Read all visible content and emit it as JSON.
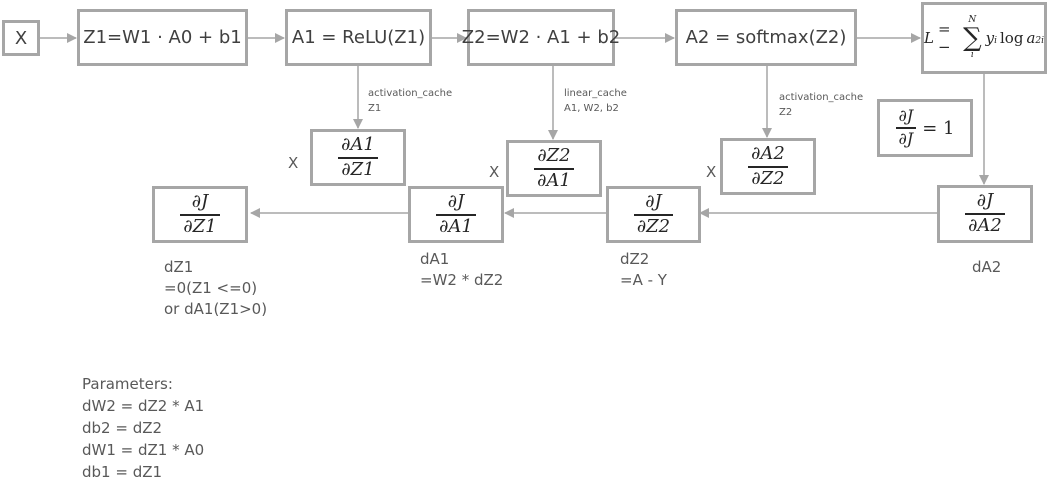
{
  "title": "Two-layer neural network forward and backward propagation",
  "forward": {
    "input": "X",
    "z1": "Z1=W1 · A0 + b1",
    "a1": "A1 = ReLU(Z1)",
    "z2": "Z2=W2 · A1 + b2",
    "a2": "A2 = softmax(Z2)",
    "loss": {
      "lhs": "L",
      "eq": "= −",
      "sum_upper": "N",
      "sum_lower": "i",
      "sum_symbol": "∑",
      "term_y": "y",
      "term_y_sub": "i",
      "log": "log",
      "term_a": "a",
      "term_a_sub": "2i"
    }
  },
  "caches": {
    "activation1": {
      "name": "activation_cache",
      "content": "Z1"
    },
    "linear2": {
      "name": "linear_cache",
      "content": "A1, W2, b2"
    },
    "activation2": {
      "name": "activation_cache",
      "content": "Z2"
    }
  },
  "local_grads": {
    "dA1_dZ1": {
      "num": "∂A1",
      "den": "∂Z1"
    },
    "dZ2_dA1": {
      "num": "∂Z2",
      "den": "∂A1"
    },
    "dA2_dZ2": {
      "num": "∂A2",
      "den": "∂Z2"
    },
    "multiply": "X"
  },
  "seed": {
    "num": "∂J",
    "den": "∂J",
    "rest": "= 1"
  },
  "backward": {
    "dA2": {
      "num": "∂J",
      "den": "∂A2",
      "label": "dA2"
    },
    "dZ2": {
      "num": "∂J",
      "den": "∂Z2",
      "label_lines": [
        "dZ2",
        "=A - Y"
      ]
    },
    "dA1": {
      "num": "∂J",
      "den": "∂A1",
      "label_lines": [
        "dA1",
        "=W2 * dZ2"
      ]
    },
    "dZ1": {
      "num": "∂J",
      "den": "∂Z1",
      "label_lines": [
        "dZ1",
        "=0(Z1 <=0)",
        "or dA1(Z1>0)"
      ]
    }
  },
  "parameters": {
    "heading": "Parameters:",
    "lines": [
      "dW2 = dZ2 * A1",
      "db2 = dZ2",
      "dW1 = dZ1 * A0",
      "db1 = dZ1"
    ]
  },
  "colors": {
    "border": "#a6a6a6",
    "text": "#404040",
    "arrow": "#a6a6a6"
  }
}
